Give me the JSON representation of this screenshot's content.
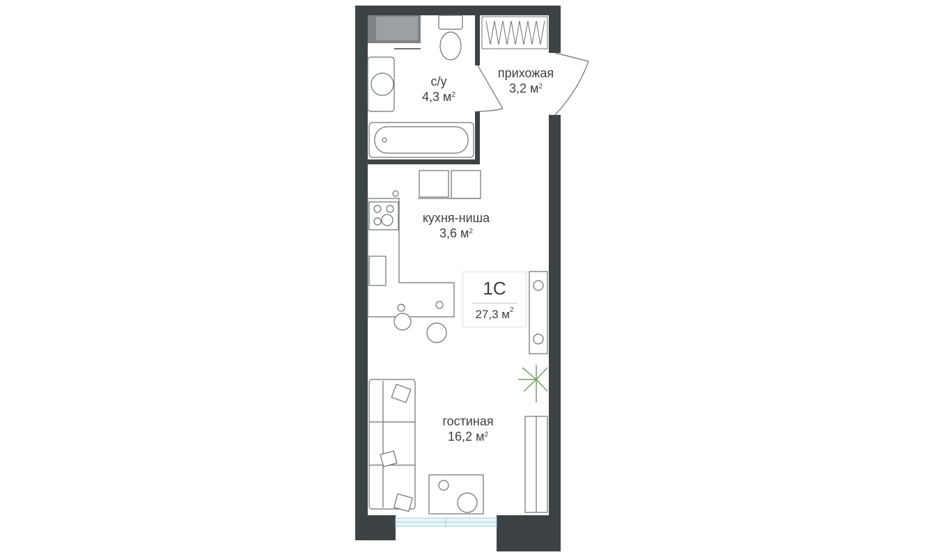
{
  "apartment": {
    "type_code": "1С",
    "total_area": "27,3",
    "unit": "м",
    "unit_power": "2"
  },
  "rooms": [
    {
      "name": "с/у",
      "area": "4,3"
    },
    {
      "name": "прихожая",
      "area": "3,2"
    },
    {
      "name": "кухня-ниша",
      "area": "3,6"
    },
    {
      "name": "гостиная",
      "area": "16,2"
    }
  ],
  "colors": {
    "wall": "#3d4245",
    "fixture": "#8a9094",
    "window": "#bfe6ec",
    "text": "#3a3f43"
  }
}
